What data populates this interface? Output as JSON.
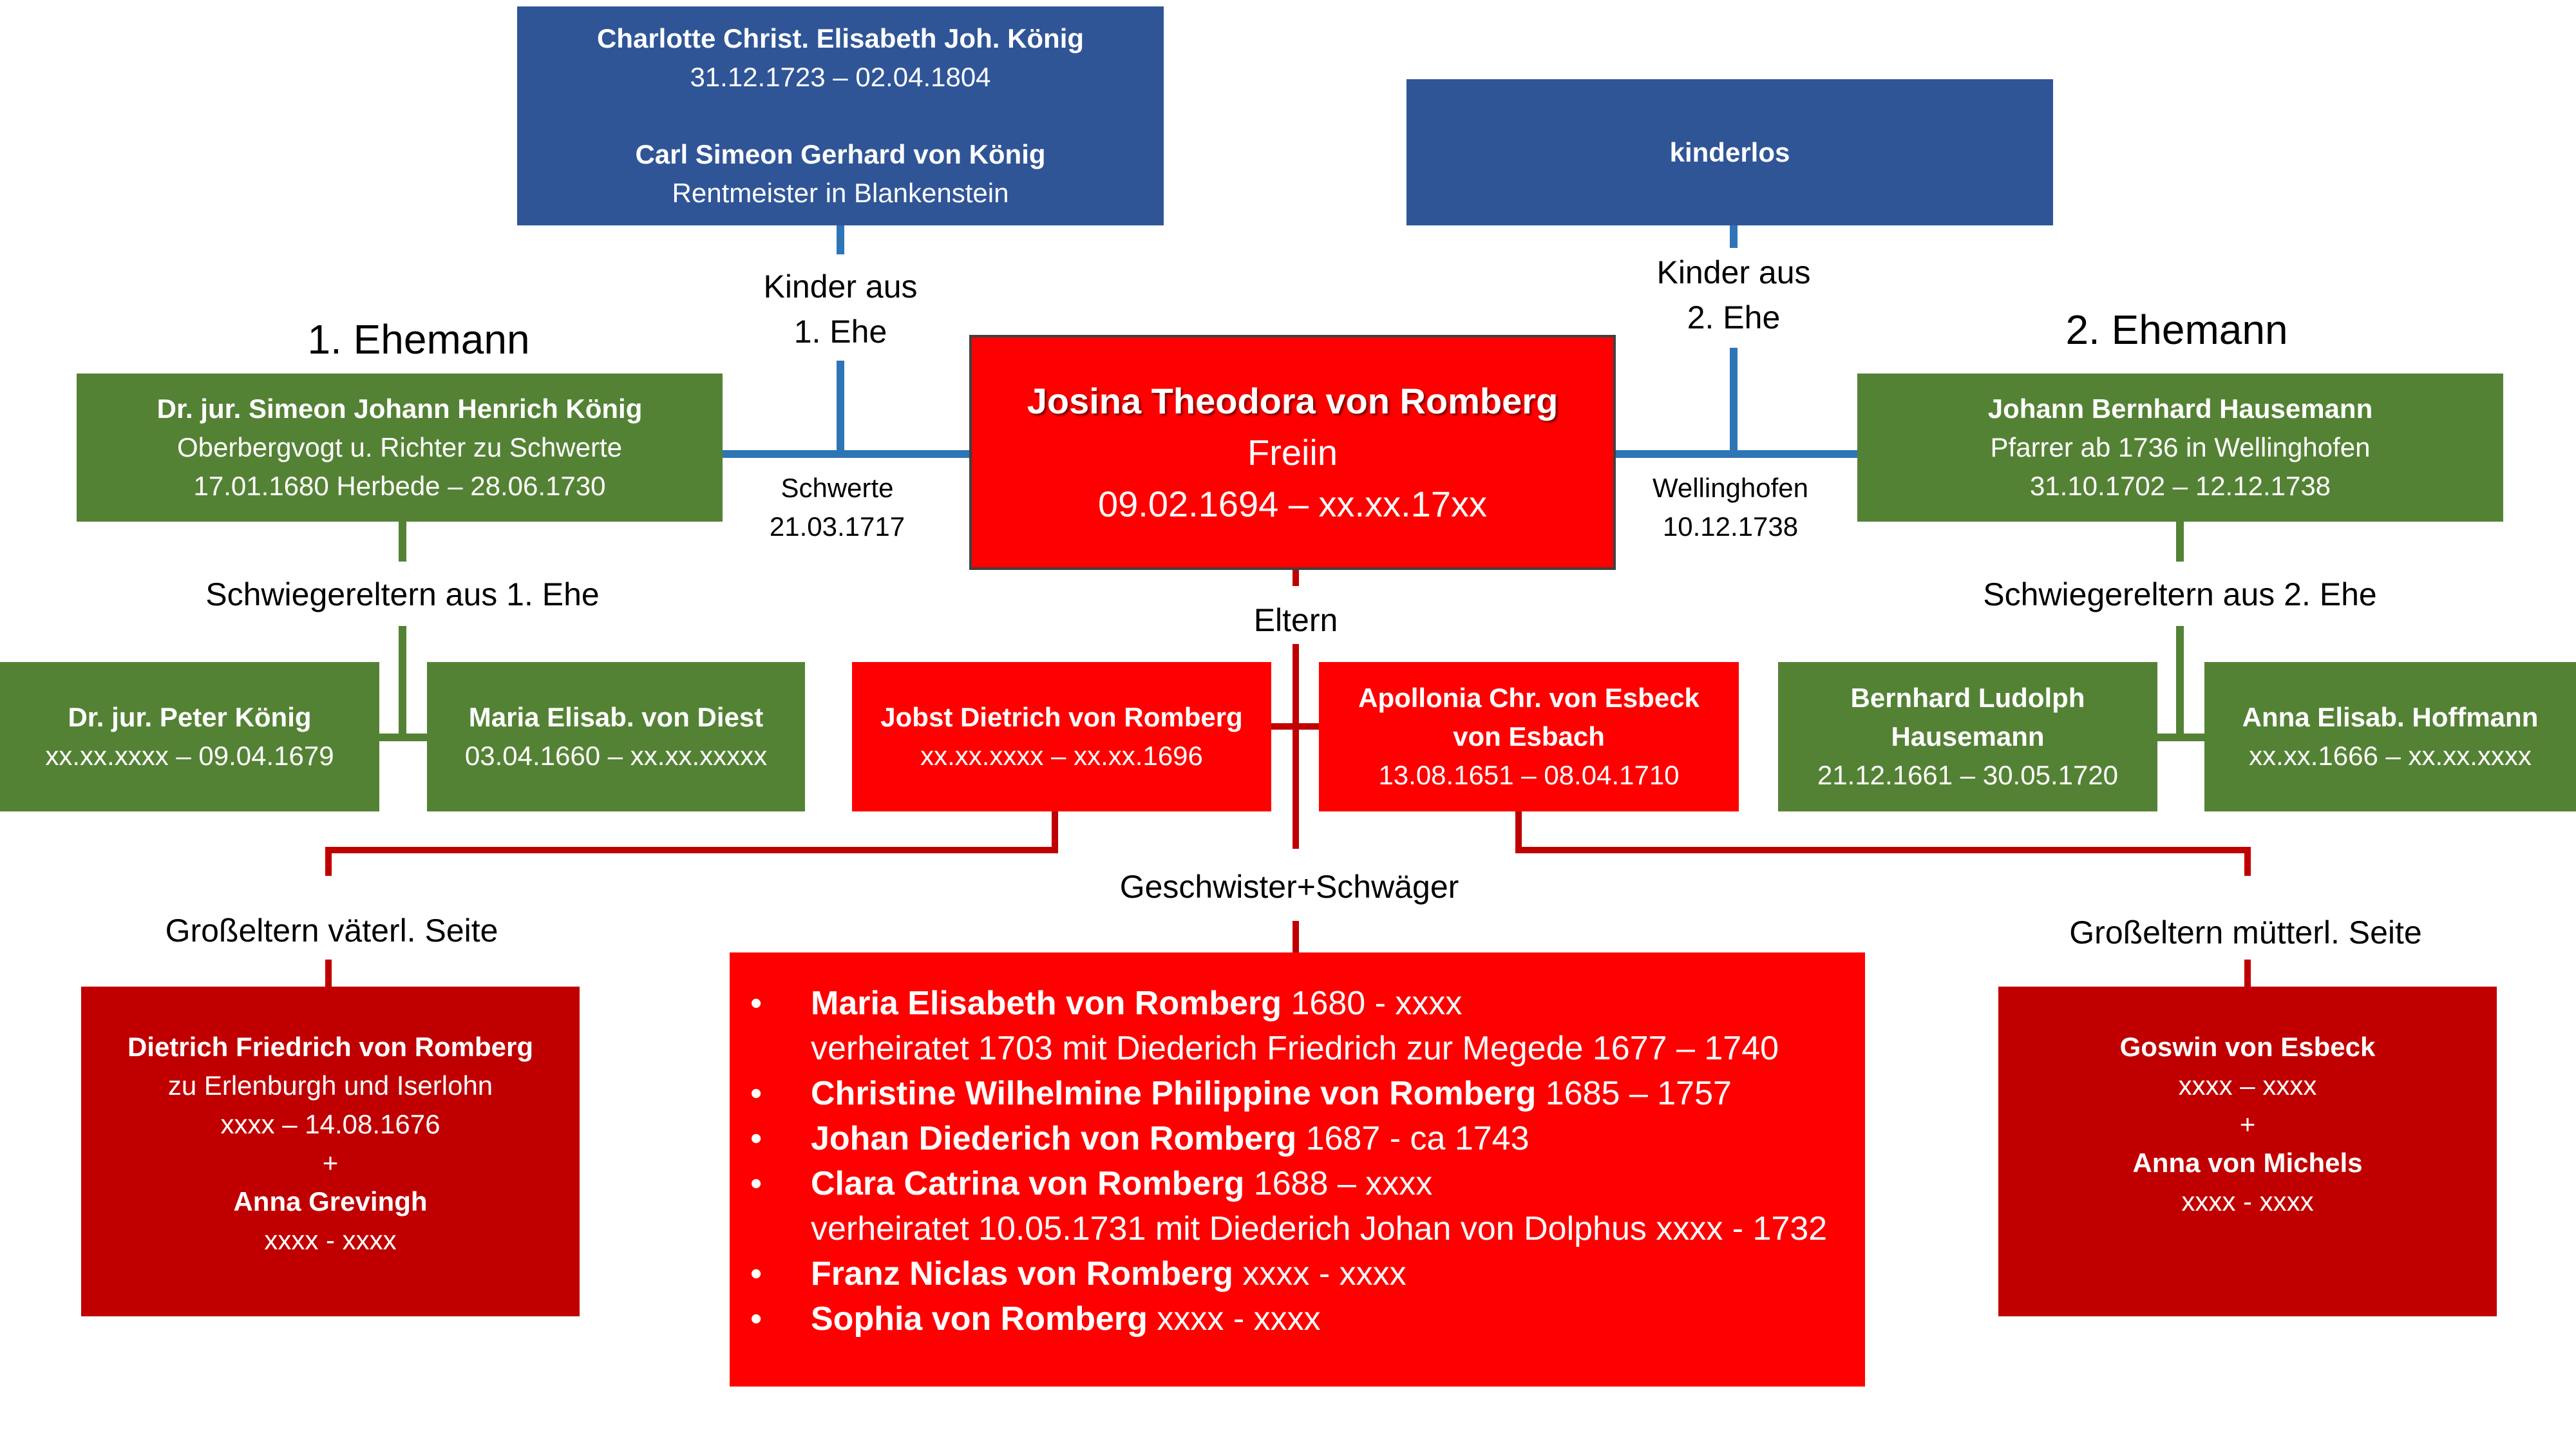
{
  "top_left": {
    "line1": "Charlotte Christ. Elisabeth Joh. König",
    "line2": "31.12.1723 – 02.04.1804",
    "line3": "Carl Simeon Gerhard von König",
    "line4": "Rentmeister in Blankenstein"
  },
  "top_right": {
    "line1": "kinderlos"
  },
  "labels": {
    "children1": [
      "Kinder aus",
      "1. Ehe"
    ],
    "children2": [
      "Kinder aus",
      "2. Ehe"
    ],
    "husband1": "1. Ehemann",
    "husband2": "2. Ehemann",
    "marriage1": [
      "Schwerte",
      "21.03.1717"
    ],
    "marriage2": [
      "Wellinghofen",
      "10.12.1738"
    ],
    "inlaws1": "Schwiegereltern aus 1. Ehe",
    "inlaws2": "Schwiegereltern aus 2. Ehe",
    "parents": "Eltern",
    "siblings": "Geschwister+Schwäger",
    "grand_paternal": "Großeltern väterl. Seite",
    "grand_maternal": "Großeltern mütterl. Seite"
  },
  "center": {
    "name": "Josina Theodora von Romberg",
    "title": "Freiin",
    "dates": "09.02.1694 – xx.xx.17xx"
  },
  "husband1_box": {
    "name": "Dr. jur. Simeon Johann Henrich König",
    "line2": "Oberbergvogt u. Richter zu Schwerte",
    "line3": "17.01.1680 Herbede – 28.06.1730"
  },
  "husband2_box": {
    "name": "Johann Bernhard Hausemann",
    "line2": "Pfarrer ab 1736 in Wellinghofen",
    "line3": "31.10.1702 – 12.12.1738"
  },
  "inlaw1a": {
    "name": "Dr. jur. Peter König",
    "dates": "xx.xx.xxxx – 09.04.1679"
  },
  "inlaw1b": {
    "name": "Maria Elisab. von Diest",
    "dates": "03.04.1660 – xx.xx.xxxxx"
  },
  "father": {
    "name": "Jobst Dietrich von Romberg",
    "dates": "xx.xx.xxxx – xx.xx.1696"
  },
  "mother": {
    "name1": "Apollonia Chr. von Esbeck",
    "name2": "von Esbach",
    "dates": "13.08.1651 – 08.04.1710"
  },
  "inlaw2a": {
    "name1": "Bernhard Ludolph",
    "name2": "Hausemann",
    "dates": "21.12.1661 – 30.05.1720"
  },
  "inlaw2b": {
    "name": "Anna Elisab. Hoffmann",
    "dates": "xx.xx.1666 – xx.xx.xxxx"
  },
  "grand_p": {
    "name": "Dietrich Friedrich von Romberg",
    "line2": "zu Erlenburgh und Iserlohn",
    "line3": "xxxx – 14.08.1676",
    "plus": "+",
    "name2": "Anna Grevingh",
    "line5": "xxxx - xxxx"
  },
  "grand_m": {
    "name": "Goswin von Esbeck",
    "line2": "xxxx – xxxx",
    "plus": "+",
    "name2": "Anna von Michels",
    "line5": "xxxx - xxxx"
  },
  "siblings": [
    {
      "name": "Maria Elisabeth von Romberg",
      "rest": " 1680 - xxxx",
      "line2": "verheiratet 1703 mit Diederich Friedrich zur Megede 1677 – 1740"
    },
    {
      "name": "Christine Wilhelmine Philippine von Romberg",
      "rest": " 1685 – 1757",
      "line2": ""
    },
    {
      "name": "Johan Diederich von Romberg",
      "rest": " 1687 - ca 1743",
      "line2": ""
    },
    {
      "name": "Clara Catrina von Romberg",
      "rest": " 1688 – xxxx",
      "line2": "verheiratet 10.05.1731 mit Diederich Johan von Dolphus xxxx - 1732"
    },
    {
      "name": "Franz Niclas von Romberg",
      "rest": " xxxx - xxxx",
      "line2": ""
    },
    {
      "name": "Sophia von Romberg",
      "rest": " xxxx - xxxx",
      "line2": ""
    }
  ],
  "colors": {
    "blue": "#2f5597",
    "green": "#548235",
    "red": "#ff0000",
    "dark_red": "#c00000"
  }
}
